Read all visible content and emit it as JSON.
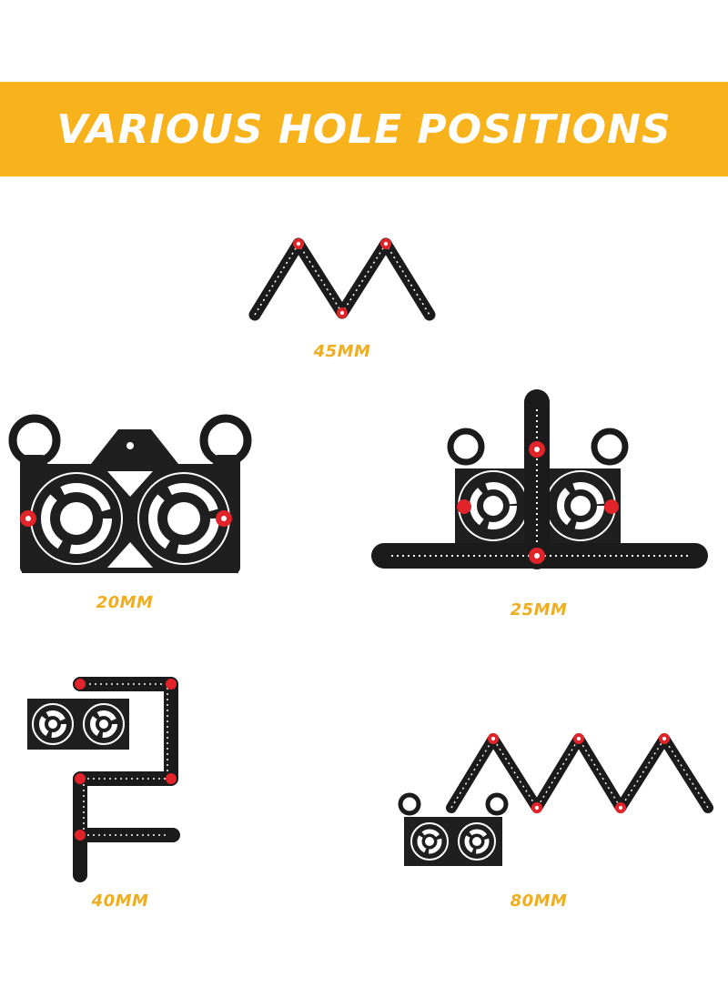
{
  "banner": {
    "title": "VARIOUS HOLE POSITIONS"
  },
  "positions": [
    {
      "label": "45MM"
    },
    {
      "label": "20MM"
    },
    {
      "label": "25MM"
    },
    {
      "label": "40MM"
    },
    {
      "label": "80MM"
    }
  ],
  "colors": {
    "banner": "#f7b21c",
    "label": "#f0ad1e",
    "tool": "#1b1b1b",
    "pivot": "#e0242a"
  }
}
